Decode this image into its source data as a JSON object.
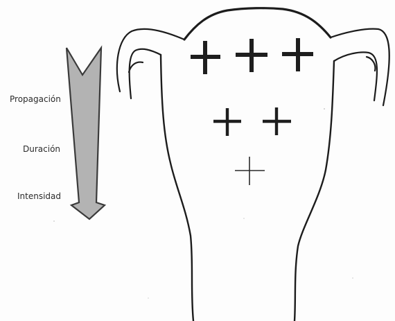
{
  "diagram": {
    "labels": {
      "propagation": "Propagación",
      "duration": "Duración",
      "intensity": "Intensidad"
    },
    "arrow": {
      "fill": "#b5b5b5",
      "stroke": "#3a3a3a",
      "direction": "down"
    },
    "uterus": {
      "stroke": "#1c1c1c"
    },
    "signs": {
      "fundus_row": "+++",
      "middle_row": "++",
      "lower_row": "+"
    }
  }
}
